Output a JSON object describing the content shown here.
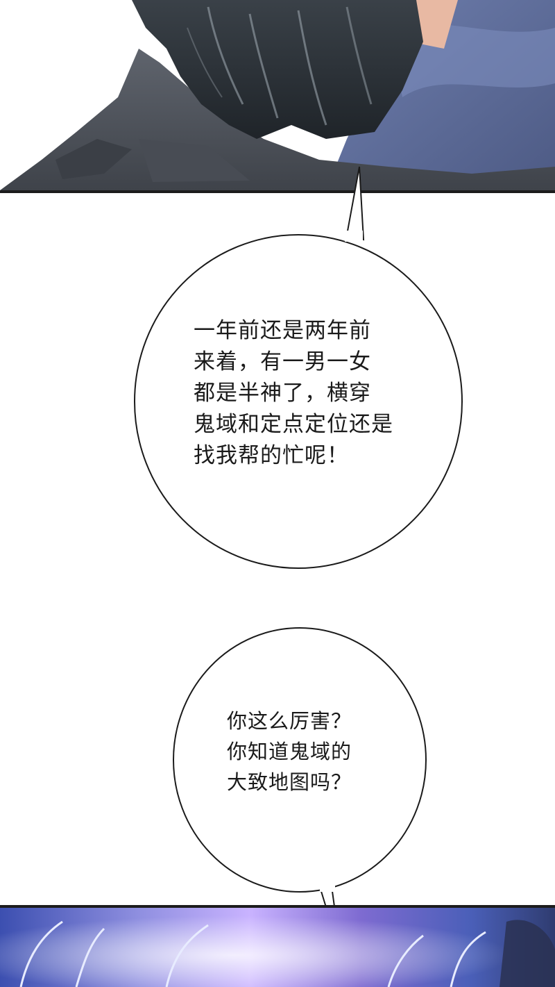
{
  "dialogue": [
    {
      "lines": [
        "一年前还是两年前",
        "来着，有一男一女",
        "都是半神了，横穿",
        "鬼域和定点定位还是",
        "找我帮的忙呢！"
      ]
    },
    {
      "lines": [
        "你这么厉害？",
        "你知道鬼域的",
        "大致地图吗？"
      ]
    }
  ],
  "colors": {
    "hair_dark": "#2b3138",
    "cloak_grey": "#545962",
    "cloak_blue": "#5d6c97",
    "skin": "#e8b9a3",
    "panel_border": "#1c1c1c",
    "magic_glow": "#c9b3ff",
    "magic_blue": "#3c4fb0"
  }
}
